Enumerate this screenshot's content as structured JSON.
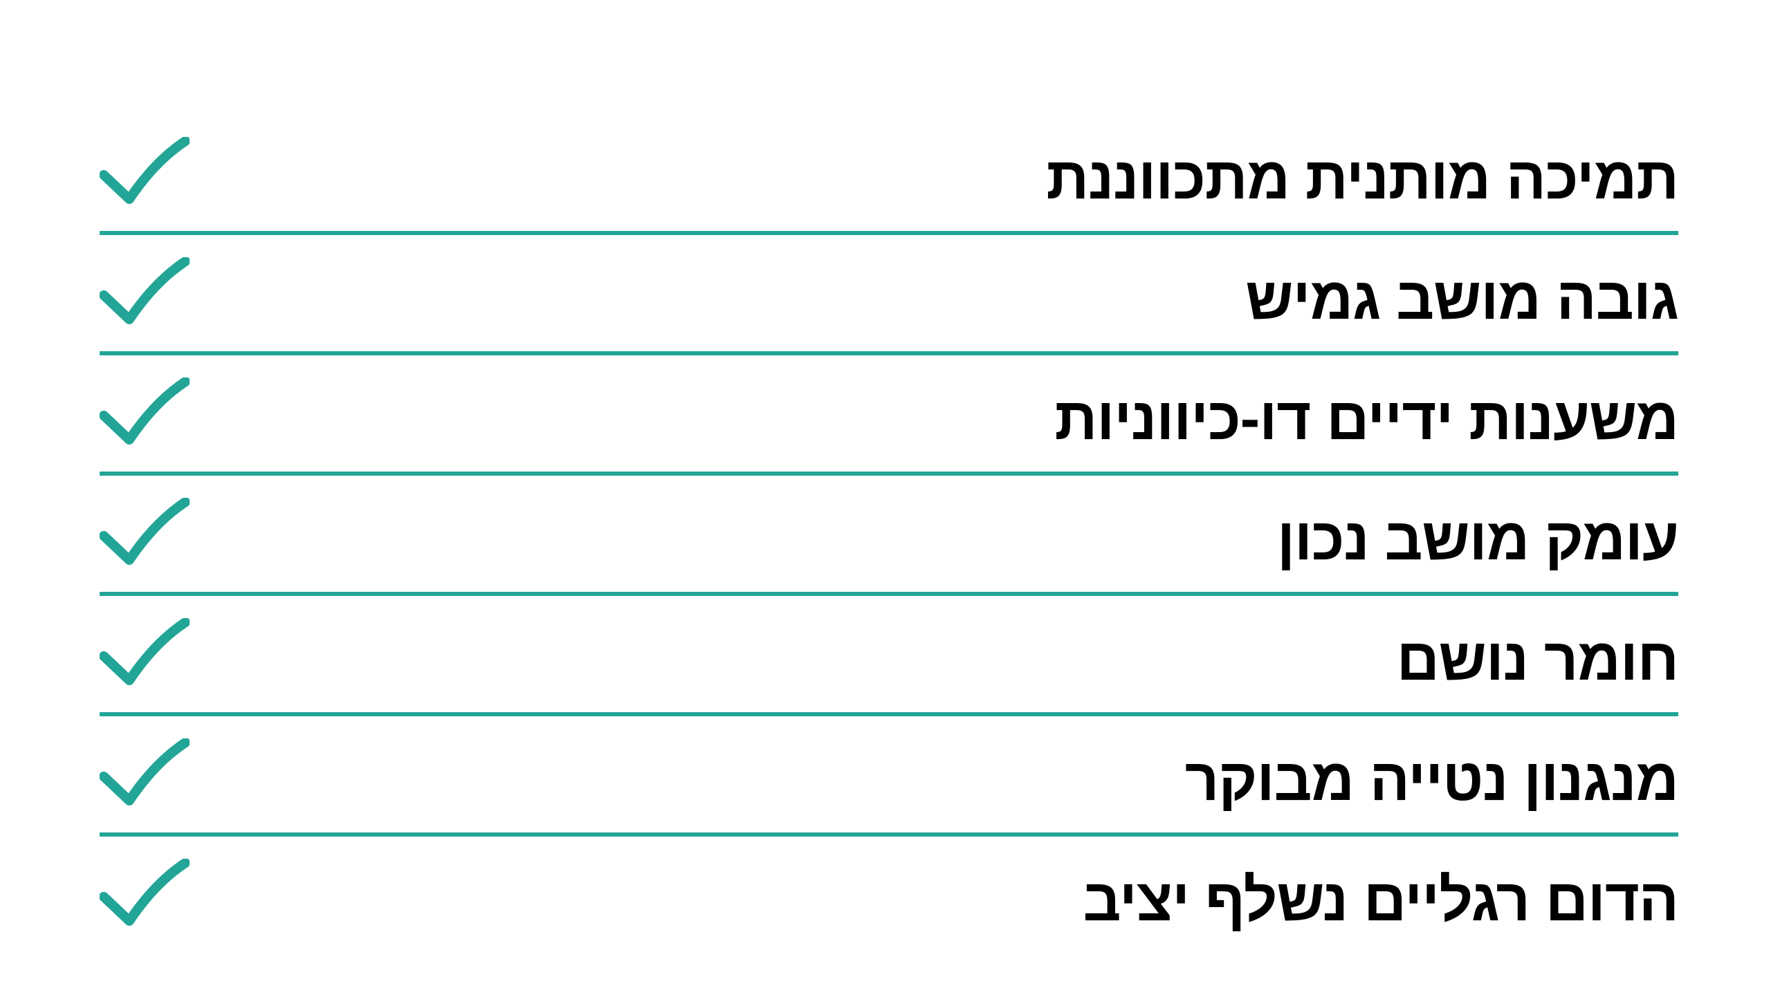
{
  "checklist": {
    "accent_color": "#22a596",
    "text_color": "#000000",
    "check_icon": "checkmark-icon",
    "items": [
      {
        "label": "תמיכה מותנית מתכווננת",
        "checked": true
      },
      {
        "label": "גובה מושב גמיש",
        "checked": true
      },
      {
        "label": "משענות ידיים דו-כיווניות",
        "checked": true
      },
      {
        "label": "עומק מושב נכון",
        "checked": true
      },
      {
        "label": "חומר נושם",
        "checked": true
      },
      {
        "label": "מנגנון נטייה מבוקר",
        "checked": true
      },
      {
        "label": "הדום רגליים נשלף יציב",
        "checked": true
      }
    ]
  }
}
